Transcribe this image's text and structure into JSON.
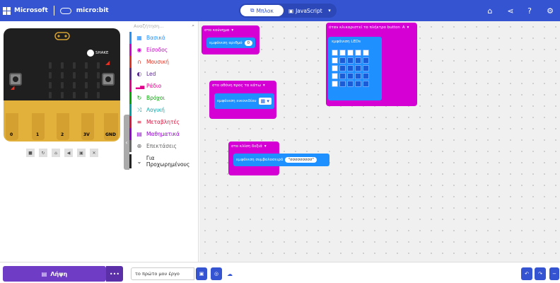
{
  "topbar": {
    "brand_microsoft": "Microsoft",
    "brand_microbit": "micro:bit",
    "mode_blocks": "Μπλοκ",
    "mode_javascript": "JavaScript",
    "icons": [
      "home-icon",
      "share-icon",
      "help-icon",
      "settings-icon"
    ]
  },
  "simulator": {
    "shake_label": "SHAKE",
    "pins": [
      "0",
      "1",
      "2",
      "3V",
      "GND"
    ],
    "controls": [
      "stop",
      "restart",
      "slowmo",
      "sound",
      "screenshot",
      "fullscreen"
    ]
  },
  "toolbox": {
    "search_placeholder": "Αναζήτηση...",
    "categories": [
      {
        "label": "Βασικά",
        "color": "#1e90ff"
      },
      {
        "label": "Είσοδος",
        "color": "#d400d4"
      },
      {
        "label": "Μουσική",
        "color": "#e63022"
      },
      {
        "label": "Led",
        "color": "#5c2d91"
      },
      {
        "label": "Ράδιο",
        "color": "#e3008c"
      },
      {
        "label": "Βρόχοι",
        "color": "#00aa00"
      },
      {
        "label": "Λογική",
        "color": "#00a4a6"
      },
      {
        "label": "Μεταβλητές",
        "color": "#dc143c"
      },
      {
        "label": "Μαθηματικά",
        "color": "#9400d3"
      },
      {
        "label": "Επεκτάσεις",
        "color": "#666666"
      }
    ],
    "advanced": "Για Προχωρημένους"
  },
  "workspace": {
    "blocks": [
      {
        "event": "στο κούνημα",
        "statement": "εμφάνιση αριθμό",
        "value": "0"
      },
      {
        "event": "στο οθόνη προς τα κάτω",
        "statement": "εμφάνιση εικονιδίου"
      },
      {
        "event": "στο κλίση δεξιά",
        "statement": "εμφάνιση συμβολοσειρά",
        "value": "\"σσσσσσσσσ\""
      },
      {
        "event": "όταν κλικαριστεί το πλήκτρο button",
        "event_arg": "A",
        "statement": "εμφάνιση LEDs"
      }
    ]
  },
  "footer": {
    "download_label": "Λήψη",
    "project_name": "το πρώτο μου έργο"
  }
}
